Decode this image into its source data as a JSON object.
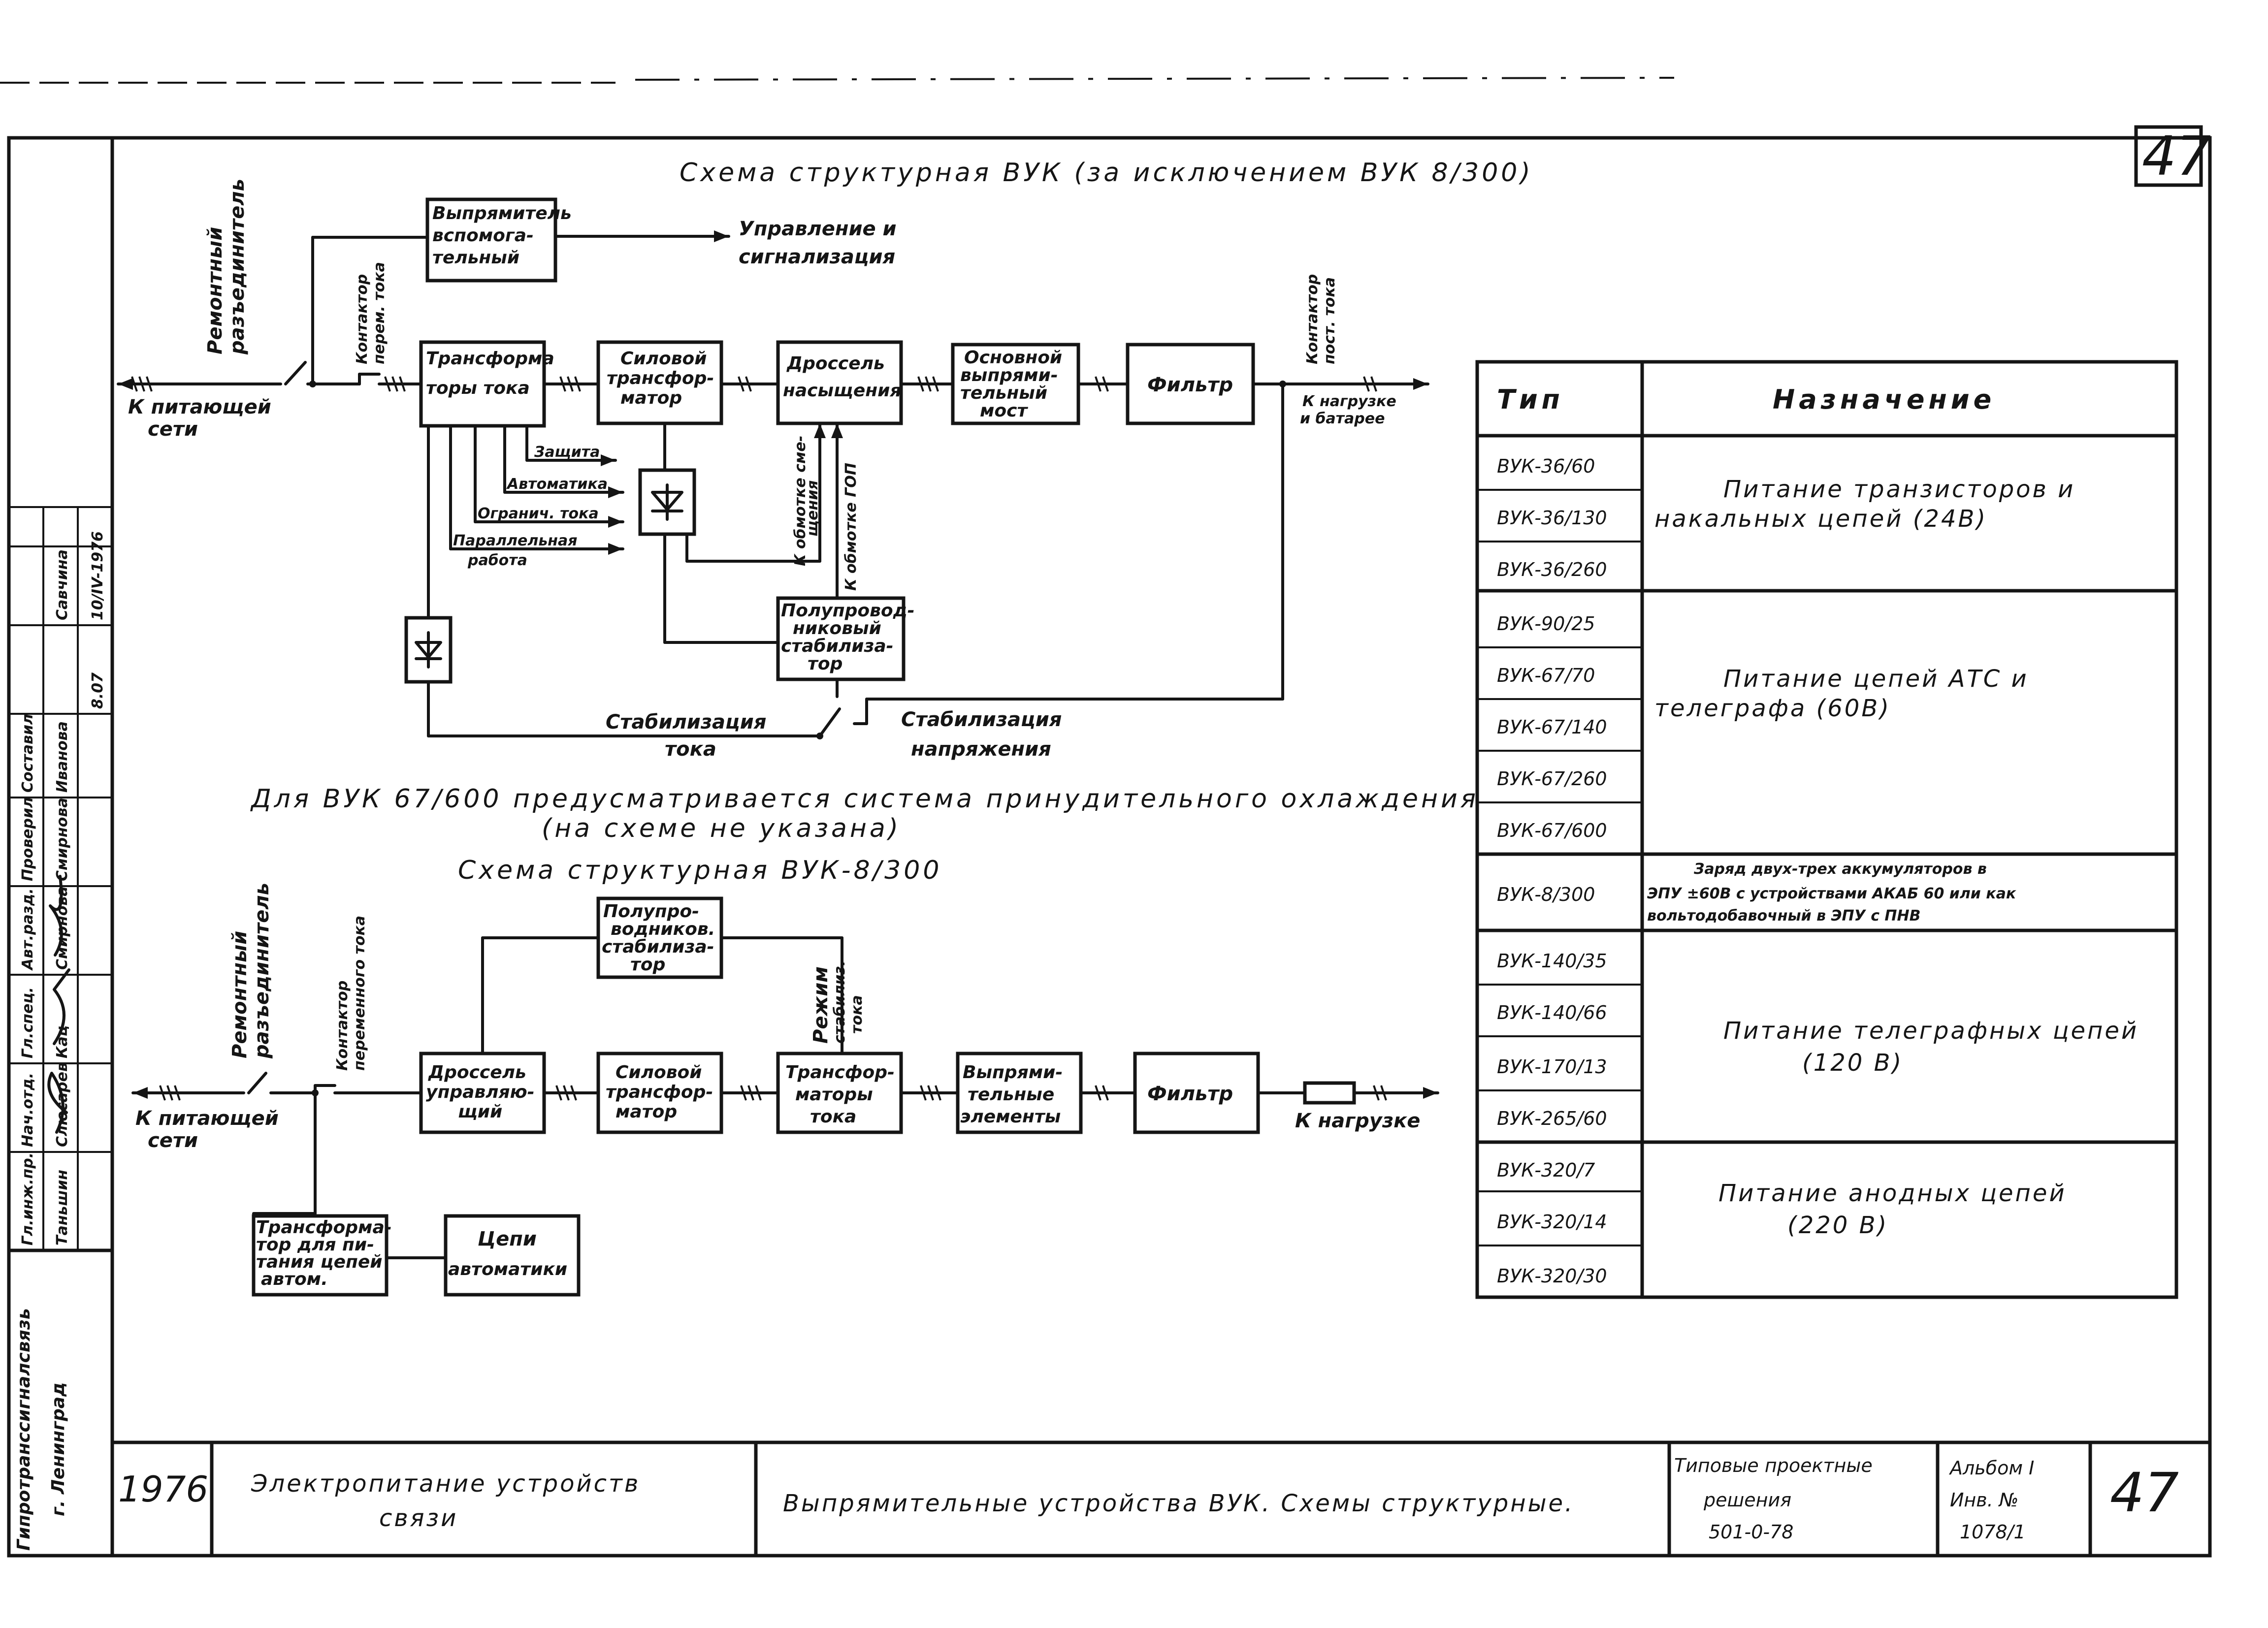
{
  "sheet_number": "47",
  "title_top": "Схема структурная ВУК (за исключением ВУК 8/300)",
  "note": "Для ВУК 67/600 предусматривается система принудительного охлаждения",
  "note_sub": "(на схеме не указана)",
  "title_bottom": "Схема структурная ВУК-8/300",
  "top": {
    "remont_1": "Ремонтный",
    "remont_2": "разъединитель",
    "kontaktor_per_1": "Контактор",
    "kontaktor_per_2": "перем. тока",
    "kontaktor_post_1": "Контактор",
    "kontaktor_post_2": "пост. тока",
    "vypr_vsp_1": "Выпрямитель",
    "vypr_vsp_2": "вспомога-",
    "vypr_vsp_3": "тельный",
    "upr_1": "Управление и",
    "upr_2": "сигнализация",
    "tt_1": "Трансформа",
    "tt_2": "торы тока",
    "st_1": "Силовой",
    "st_2": "трансфор-",
    "st_3": "матор",
    "dr_1": "Дроссель",
    "dr_2": "насыщения",
    "ov_1": "Основной",
    "ov_2": "выпрями-",
    "ov_3": "тельный",
    "ov_4": "мост",
    "filter": "Фильтр",
    "k_pit_1": "К питающей",
    "k_pit_2": "сети",
    "k_nagr_1": "К нагрузке",
    "k_nagr_2": "и батарее",
    "zaschita": "Защита",
    "avtomatika": "Автоматика",
    "ogranich": "Огранич. тока",
    "paral_1": "Параллельная",
    "paral_2": "работа",
    "obm_sm_1": "К обмотке сме-",
    "obm_sm_2": "щения",
    "obm_gop": "К обмотке ГОП",
    "ps_1": "Полупровод-",
    "ps_2": "никовый",
    "ps_3": "стабилиза-",
    "ps_4": "тор",
    "stab_toka_1": "Стабилизация",
    "stab_toka_2": "тока",
    "stab_napr_1": "Стабилизация",
    "stab_napr_2": "напряжения"
  },
  "bottom": {
    "remont_1": "Ремонтный",
    "remont_2": "разъединитель",
    "kontaktor_1": "Контактор",
    "kontaktor_2": "переменного тока",
    "ps_1": "Полупро-",
    "ps_2": "водников.",
    "ps_3": "стабилиза-",
    "ps_4": "тор",
    "rezhim_1": "Режим",
    "rezhim_2": "стабилиз.",
    "rezhim_3": "тока",
    "dr_1": "Дроссель",
    "dr_2": "управляю-",
    "dr_3": "щий",
    "st_1": "Силовой",
    "st_2": "трансфор-",
    "st_3": "матор",
    "tt_1": "Трансфор-",
    "tt_2": "маторы",
    "tt_3": "тока",
    "ve_1": "Выпрями-",
    "ve_2": "тельные",
    "ve_3": "элементы",
    "filter": "Фильтр",
    "k_pit_1": "К питающей",
    "k_pit_2": "сети",
    "k_nagr": "К нагрузке",
    "ta_1": "Трансформа-",
    "ta_2": "тор для пи-",
    "ta_3": "тания цепей",
    "ta_4": "автом.",
    "tsepi_1": "Цепи",
    "tsepi_2": "автоматики"
  },
  "table": {
    "head_type": "Тип",
    "head_purpose": "Назначение",
    "types": [
      "ВУК-36/60",
      "ВУК-36/130",
      "ВУК-36/260",
      "ВУК-90/25",
      "ВУК-67/70",
      "ВУК-67/140",
      "ВУК-67/260",
      "ВУК-67/600",
      "ВУК-8/300",
      "ВУК-140/35",
      "ВУК-140/66",
      "ВУК-170/13",
      "ВУК-265/60",
      "ВУК-320/7",
      "ВУК-320/14",
      "ВУК-320/30"
    ],
    "g1_1": "Питание транзисторов и",
    "g1_2": "накальных цепей (24В)",
    "g2_1": "Питание цепей АТС и",
    "g2_2": "телеграфа (60В)",
    "g3_1": "Заряд двух-трех аккумуляторов в",
    "g3_2": "ЭПУ ±60В с устройствами АКАБ 60 или как",
    "g3_3": "вольтодобавочный в ЭПУ с ПНВ",
    "g4_1": "Питание телеграфных цепей",
    "g4_2": "(120 В)",
    "g5_1": "Питание анодных цепей",
    "g5_2": "(220 В)"
  },
  "stamp": {
    "roles": [
      "Гл.инж.пр.",
      "Нач.отд.",
      "Гл.спец.",
      "Авт.разд.",
      "Проверил",
      "Составил"
    ],
    "names": [
      "Таньшин",
      "Слюсарев",
      "Кац",
      "Смирнова",
      "Смирнова",
      "Иванова"
    ],
    "top_name": "Савчина",
    "sign_1": "10/IV-1976",
    "sign_2": "8.07",
    "org_1": "Гипротранссигналсвязь",
    "org_2": "г. Ленинград"
  },
  "footer": {
    "year": "1976",
    "subject_1": "Электропитание устройств",
    "subject_2": "связи",
    "description": "Выпрямительные устройства ВУК. Схемы структурные.",
    "typical_1": "Типовые проектные",
    "typical_2": "решения",
    "typical_3": "501-0-78",
    "album_1": "Альбом I",
    "album_2": "Инв. №",
    "album_3": "1078/1",
    "sheet": "47"
  }
}
